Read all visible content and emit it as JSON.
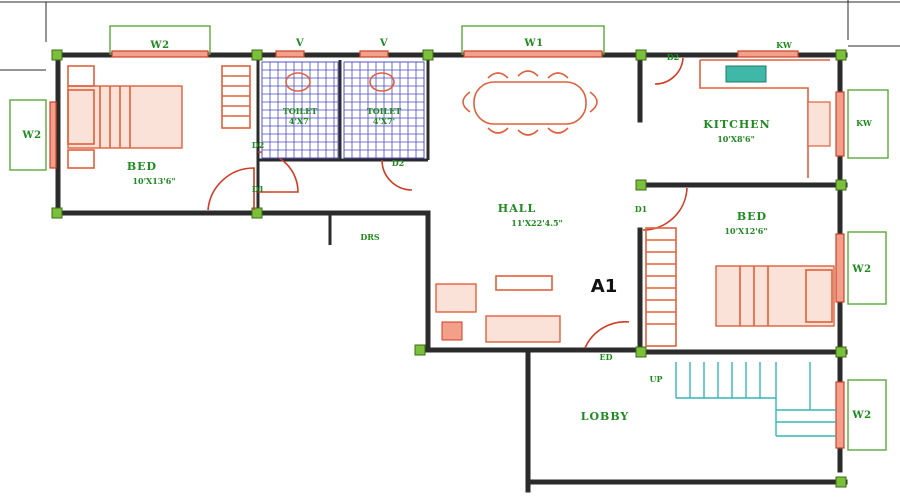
{
  "rooms": {
    "bed1_name": "BED",
    "bed1_size": "10'X13'6\"",
    "toilet1_name": "TOILET",
    "toilet1_size": "4'X7'",
    "toilet2_name": "TOILET",
    "toilet2_size": "4'X7'",
    "hall_name": "HALL",
    "hall_size": "11'X22'4.5\"",
    "kitchen_name": "KITCHEN",
    "kitchen_size": "10'X8'6\"",
    "bed2_name": "BED",
    "bed2_size": "10'X12'6\"",
    "lobby_name": "LOBBY",
    "dress_name": "DRS",
    "unit_name": "A1"
  },
  "windows": {
    "w2_top": "W2",
    "w2_left": "W2",
    "v1": "V",
    "v2": "V",
    "w1": "W1",
    "kw_top": "KW",
    "kw_right": "KW",
    "w2_right_upper": "W2",
    "w2_right_lower": "W2"
  },
  "doors": {
    "d2_bed": "D2",
    "d1": "D1",
    "d2_toilet": "D2",
    "d2_kitchen": "D2",
    "d1_bed2": "D1",
    "ed": "ED",
    "up": "UP"
  }
}
